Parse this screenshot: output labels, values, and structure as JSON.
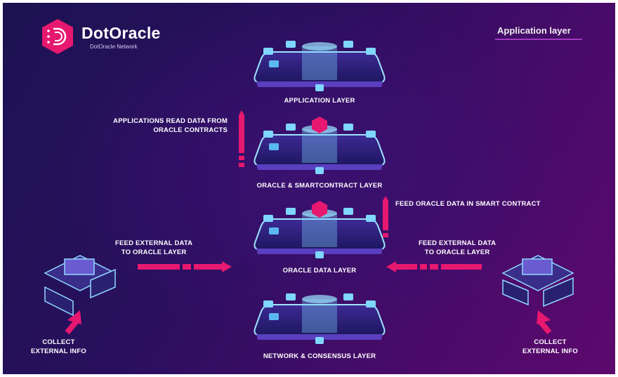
{
  "brand": {
    "name": "DotOracle",
    "subtitle": "DotOracle Network"
  },
  "tag": "Application layer",
  "layers": [
    {
      "label": "APPLICATION LAYER",
      "has_oracle_icon": false
    },
    {
      "label": "ORACLE & SMARTCONTRACT LAYER",
      "has_oracle_icon": true
    },
    {
      "label": "ORACLE DATA LAYER",
      "has_oracle_icon": true
    },
    {
      "label": "NETWORK & CONSENSUS LAYER",
      "has_oracle_icon": false
    }
  ],
  "notes": {
    "apps_read_1": "APPLICATIONS READ DATA FROM",
    "apps_read_2": "ORACLE CONTRACTS",
    "feed_smart": "FEED ORACLE DATA IN SMART CONTRACT",
    "feed_left_1": "FEED EXTERNAL DATA",
    "feed_left_2": "TO ORACLE LAYER",
    "feed_right_1": "FEED EXTERNAL DATA",
    "feed_right_2": "TO ORACLE LAYER",
    "collect_left_1": "COLLECT",
    "collect_left_2": "EXTERNAL INFO",
    "collect_right_1": "COLLECT",
    "collect_right_2": "EXTERNAL INFO"
  },
  "colors": {
    "accent": "#e6186f",
    "cyan": "#6fd3ff",
    "bg_dark": "#1c1352",
    "bg_purple": "#5c0a6c"
  }
}
